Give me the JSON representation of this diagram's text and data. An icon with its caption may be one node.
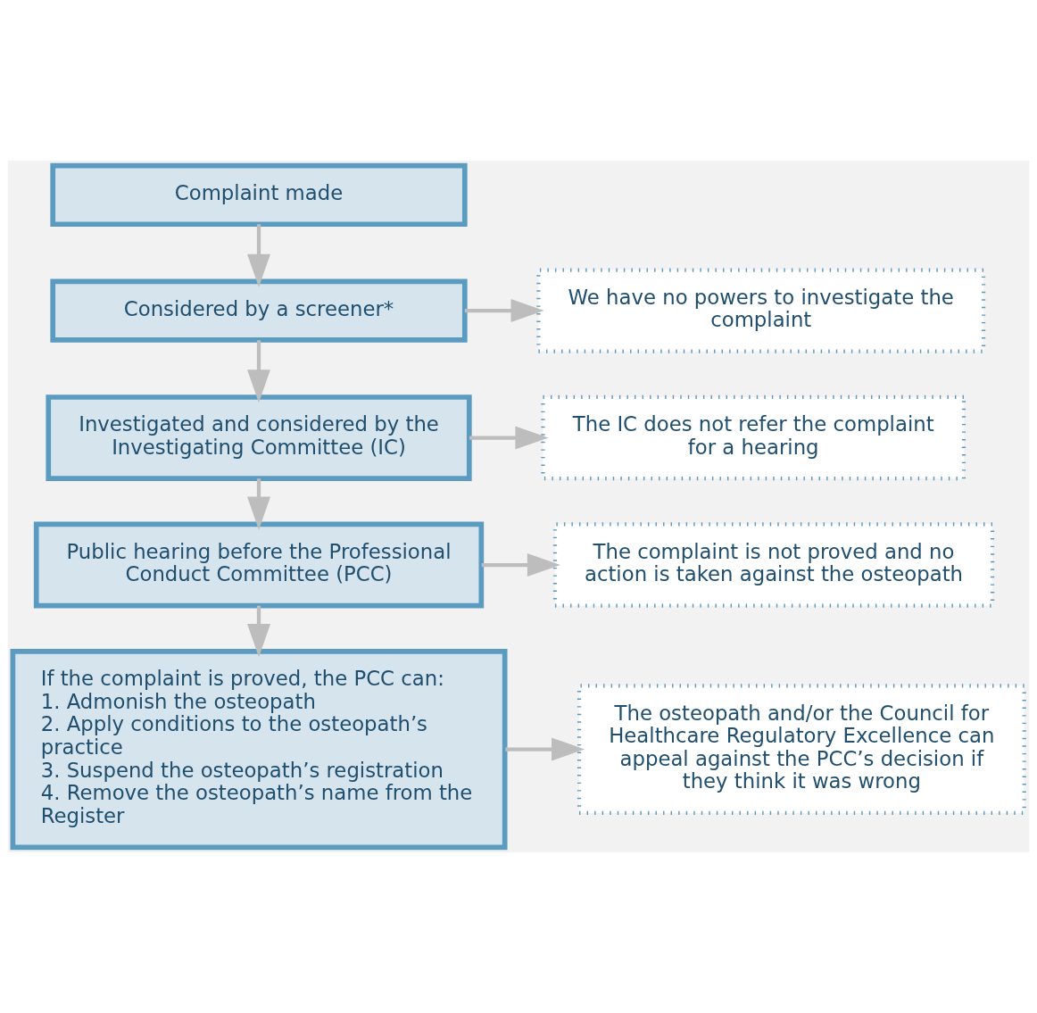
{
  "diagram": {
    "nodes": [
      {
        "text": [
          "Complaint made"
        ]
      },
      {
        "text": [
          "Considered by a screener*"
        ]
      },
      {
        "text": [
          "We have no powers to investigate the complaint"
        ]
      },
      {
        "text": [
          "Investigated and considered by the Investigating Committee (IC)"
        ]
      },
      {
        "text": [
          "The IC does not refer the complaint for a hearing"
        ]
      },
      {
        "text": [
          "Public hearing before the Professional Conduct Committee (PCC)"
        ]
      },
      {
        "text": [
          "The complaint is not proved and no action is taken against the osteopath"
        ]
      },
      {
        "text": [
          "If the complaint is proved, the PCC can:",
          "1. Admonish the osteopath",
          "2. Apply conditions to the osteopath’s practice",
          "3. Suspend the osteopath’s registration",
          "4. Remove the osteopath’s name from the Register"
        ]
      },
      {
        "text": [
          "The osteopath and/or the Council for Healthcare Regulatory Excellence can appeal against the PCC’s decision if they think it was wrong"
        ]
      }
    ],
    "edges": [
      {
        "from": 0,
        "to": 1,
        "arrow": "to"
      },
      {
        "from": 1,
        "to": 2,
        "arrow": "to"
      },
      {
        "from": 1,
        "to": 3,
        "arrow": "to"
      },
      {
        "from": 3,
        "to": 4,
        "arrow": "to"
      },
      {
        "from": 3,
        "to": 5,
        "arrow": "to"
      },
      {
        "from": 5,
        "to": 6,
        "arrow": "to"
      },
      {
        "from": 5,
        "to": 7,
        "arrow": "to"
      },
      {
        "from": 7,
        "to": 8,
        "arrow": "to"
      }
    ]
  }
}
